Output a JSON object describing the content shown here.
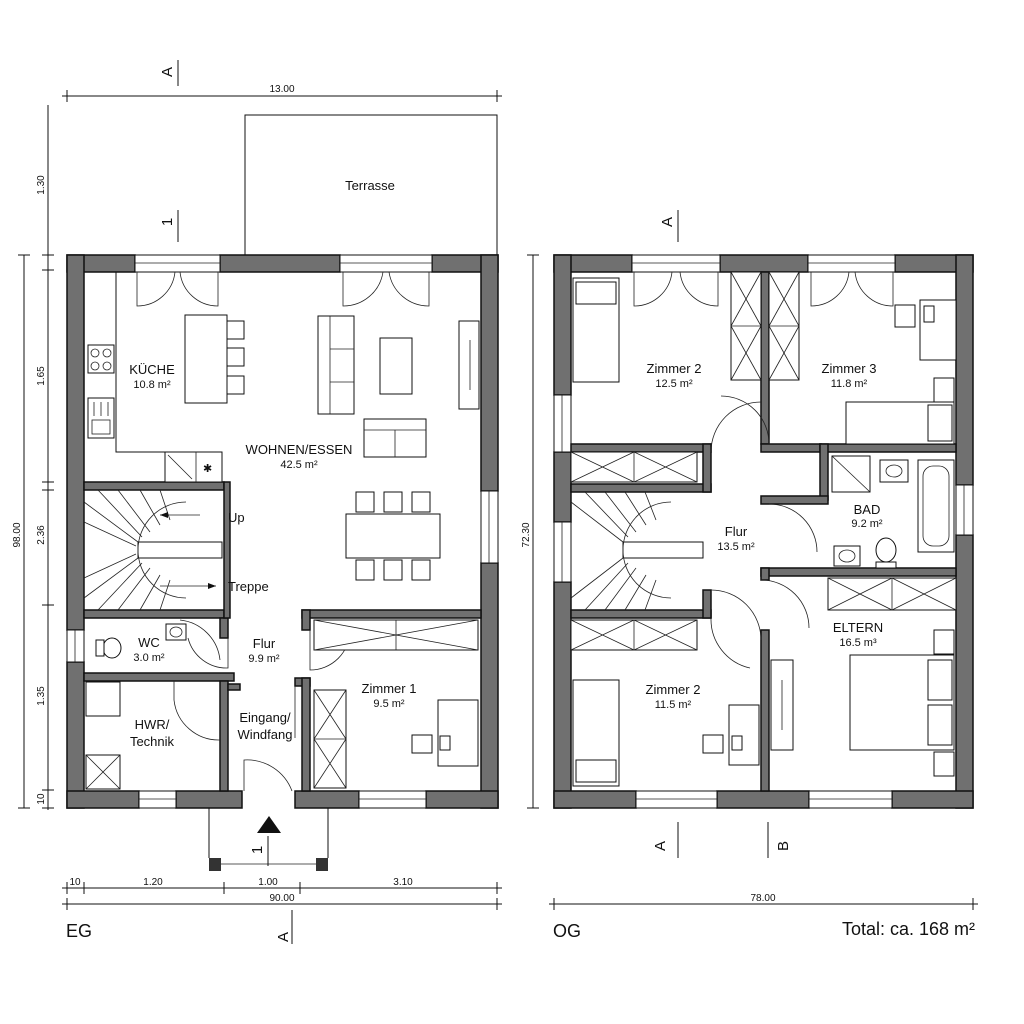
{
  "floors": {
    "eg": {
      "label": "EG",
      "rooms": [
        {
          "id": "kueche",
          "name": "KÜCHE",
          "area": "10.8 m²"
        },
        {
          "id": "wohnen",
          "name": "WOHNEN/ESSEN",
          "area": "42.5 m²"
        },
        {
          "id": "wc",
          "name": "WC",
          "area": "3.0 m²"
        },
        {
          "id": "flur",
          "name": "Flur",
          "area": "9.9 m²"
        },
        {
          "id": "zimmer1",
          "name": "Zimmer 1",
          "area": "9.5 m²"
        },
        {
          "id": "hwr",
          "name": "HWR/",
          "name2": "Technik"
        },
        {
          "id": "eingang",
          "name": "Eingang/",
          "name2": "Windfang"
        }
      ],
      "labels": {
        "terrasse": "Terrasse",
        "up": "Up",
        "treppe": "Treppe"
      }
    },
    "og": {
      "label": "OG",
      "rooms": [
        {
          "id": "zimmer2a",
          "name": "Zimmer 2",
          "area": "12.5 m²"
        },
        {
          "id": "zimmer3",
          "name": "Zimmer 3",
          "area": "11.8 m²"
        },
        {
          "id": "bad",
          "name": "BAD",
          "area": "9.2 m²"
        },
        {
          "id": "flur",
          "name": "Flur",
          "area": "13.5 m²"
        },
        {
          "id": "eltern",
          "name": "ELTERN",
          "area": "16.5 m³"
        },
        {
          "id": "zimmer2b",
          "name": "Zimmer 2",
          "area": "11.5 m²"
        }
      ]
    }
  },
  "dimensions": {
    "eg_top": "13.00",
    "eg_bottom_1": "10",
    "eg_bottom_2": "1.20",
    "eg_bottom_3": "1.00",
    "eg_bottom_4": "3.10",
    "eg_bottom_total": "90.00",
    "eg_left_1": "1.30",
    "eg_left_2": "1.65",
    "eg_left_3": "2.36",
    "eg_left_4": "1.35",
    "eg_left_5": "10",
    "eg_left_total": "98.00",
    "og_left_total": "72.30",
    "og_bottom_total": "78.00"
  },
  "section_marks": {
    "a": "A",
    "b": "B",
    "one": "1"
  },
  "total": "Total: ca. 168 m²"
}
